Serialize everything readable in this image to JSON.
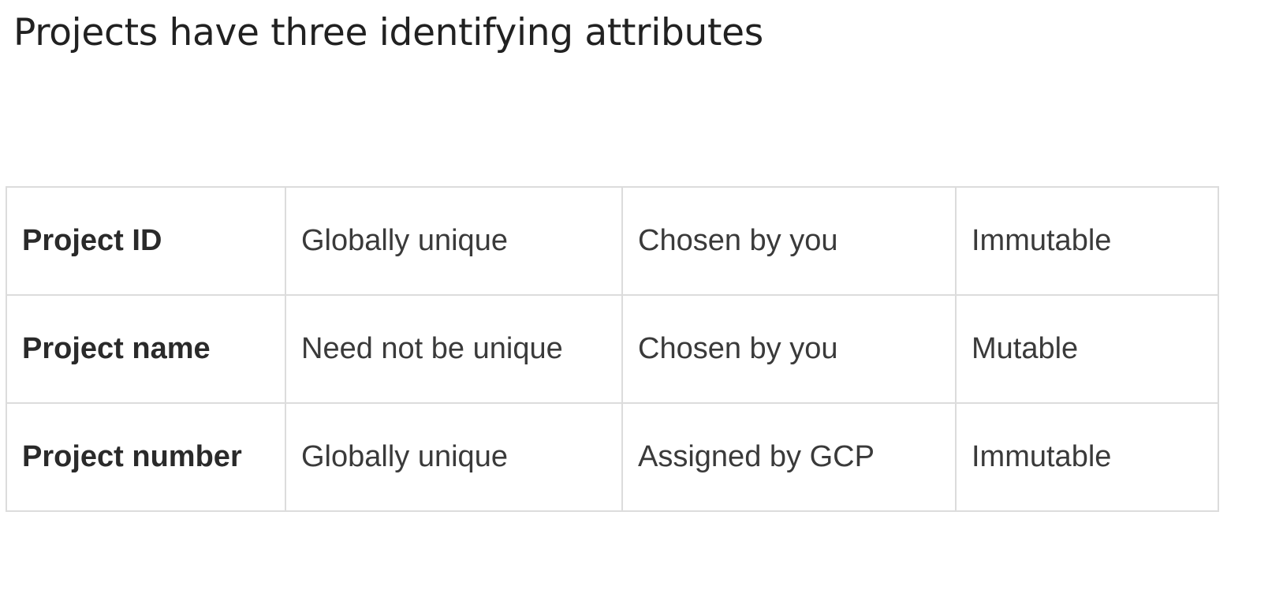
{
  "slide": {
    "title": "Projects have three identifying attributes"
  },
  "attributes_table": {
    "rows": [
      {
        "attribute": "Project ID",
        "uniqueness": "Globally unique",
        "origin": "Chosen by you",
        "mutability": "Immutable"
      },
      {
        "attribute": "Project name",
        "uniqueness": "Need not be unique",
        "origin": "Chosen by you",
        "mutability": "Mutable"
      },
      {
        "attribute": "Project number",
        "uniqueness": "Globally unique",
        "origin": "Assigned by GCP",
        "mutability": "Immutable"
      }
    ]
  }
}
